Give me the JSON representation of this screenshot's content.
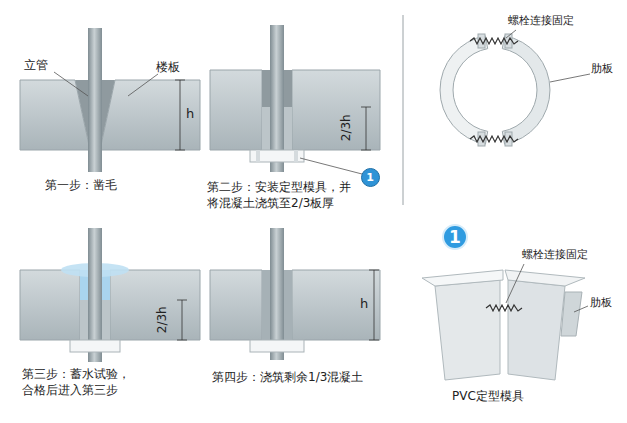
{
  "diagram": {
    "nodes": [
      {
        "text": [
          "1"
        ]
      },
      {
        "text": [
          "1"
        ]
      }
    ],
    "labels": [
      "立管",
      "楼板",
      "h",
      "第一步：凿毛",
      "2/3h",
      "第二步：安装定型模具，并 将混凝土浇筑至2/3板厚",
      "2/3h",
      "第三步：蓄水试验， 合格后进入第三步",
      "h",
      "第四步：浇筑剩余1/3混凝土",
      "螺栓连接固定",
      "肋板",
      "螺栓连接固定",
      "肋板",
      "PVC定型模具"
    ]
  }
}
